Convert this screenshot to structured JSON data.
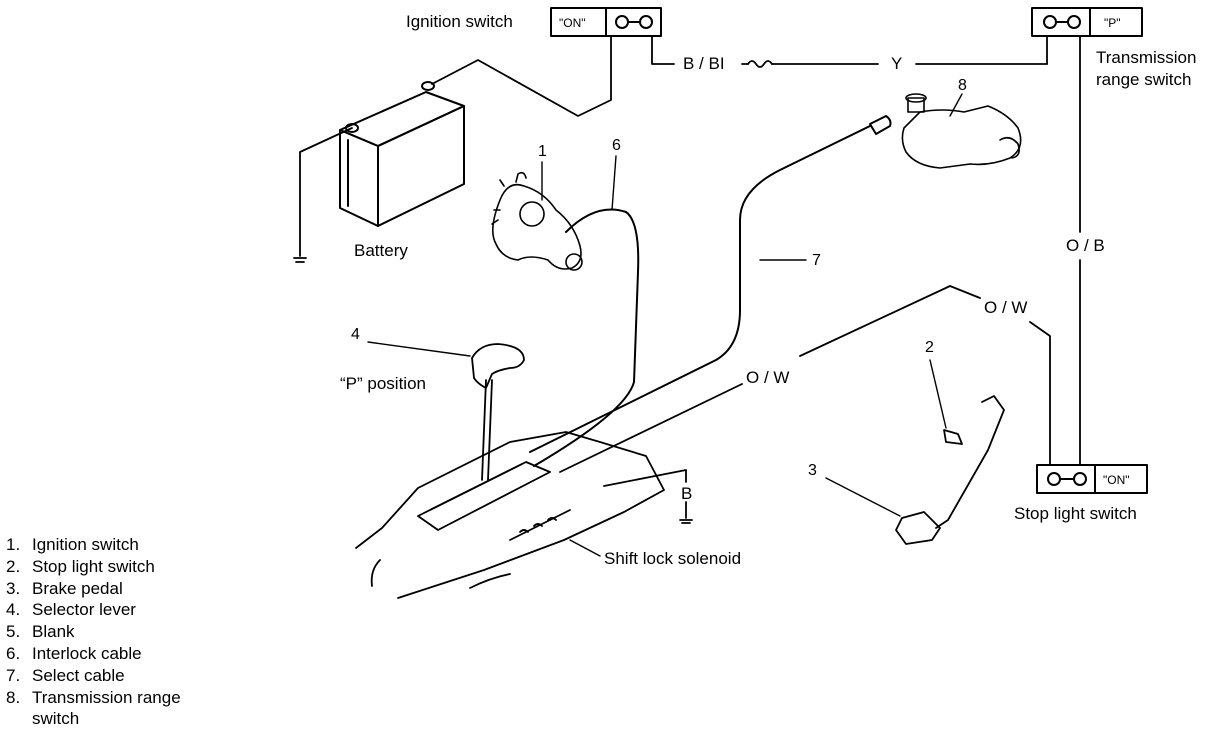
{
  "labels": {
    "ignition_switch": "Ignition switch",
    "ignition_on": "\"ON\"",
    "b_bl": "B / BI",
    "y": "Y",
    "range_p": "\"P\"",
    "transmission_range_switch_l1": "Transmission",
    "transmission_range_switch_l2": "range switch",
    "battery": "Battery",
    "ob": "O / B",
    "ow_upper": "O / W",
    "ow_lower": "O / W",
    "p_position": "“P” position",
    "b": "B",
    "shift_lock_solenoid": "Shift lock solenoid",
    "stop_on": "\"ON\"",
    "stop_light_switch": "Stop light switch"
  },
  "callouts": {
    "n1": "1",
    "n2": "2",
    "n3": "3",
    "n4": "4",
    "n6": "6",
    "n7": "7",
    "n8": "8"
  },
  "legend": [
    {
      "num": "1.",
      "text": "Ignition switch"
    },
    {
      "num": "2.",
      "text": "Stop light switch"
    },
    {
      "num": "3.",
      "text": "Brake pedal"
    },
    {
      "num": "4.",
      "text": "Selector lever"
    },
    {
      "num": "5.",
      "text": "Blank"
    },
    {
      "num": "6.",
      "text": "Interlock cable"
    },
    {
      "num": "7.",
      "text": "Select cable"
    },
    {
      "num": "8.",
      "text": "Transmission range switch"
    }
  ],
  "colors": {
    "ink": "#000000",
    "paper": "#ffffff"
  }
}
